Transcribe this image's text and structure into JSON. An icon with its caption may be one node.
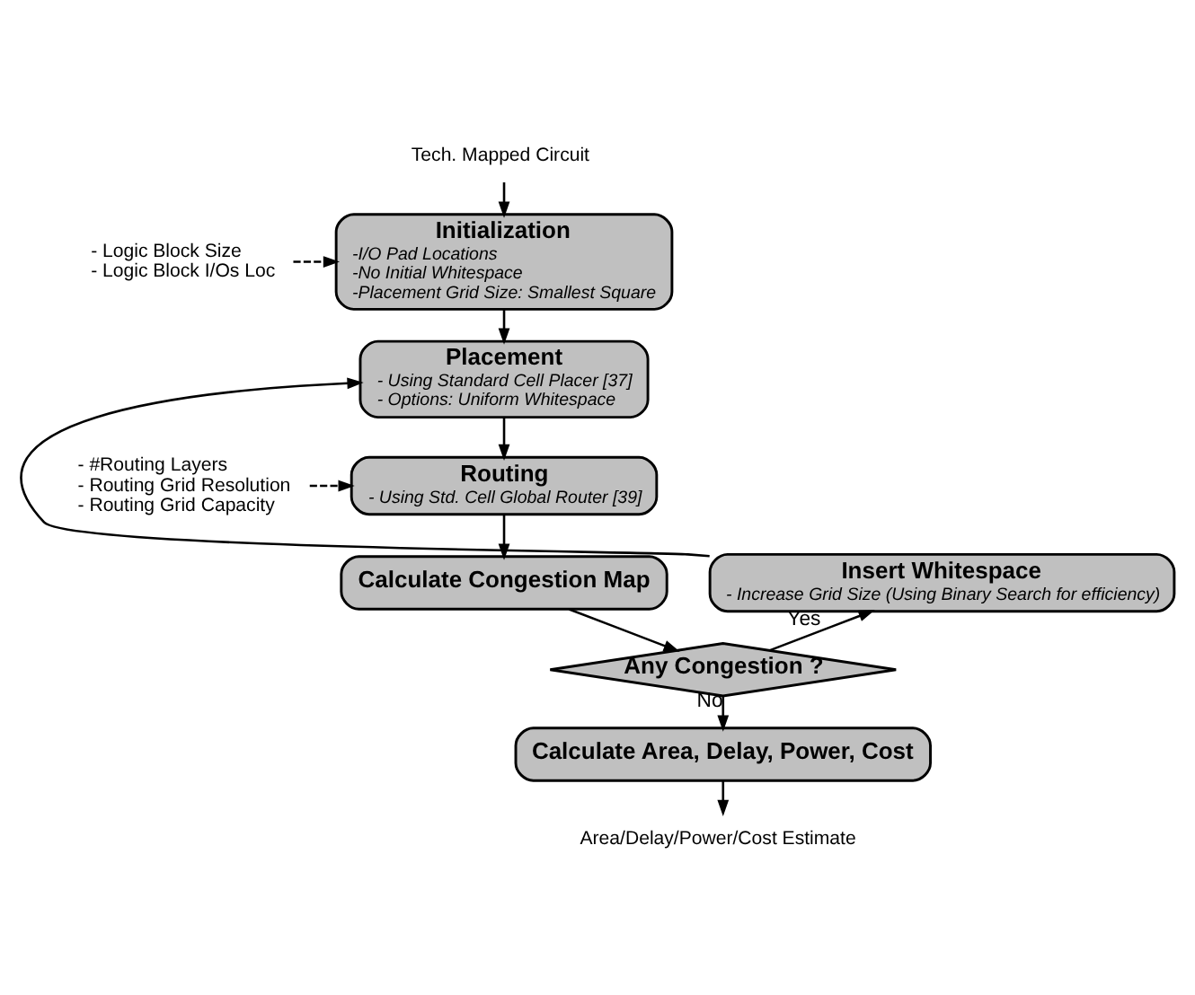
{
  "diagram": {
    "nodes": [
      {
        "text": [
          "Tech. Mapped Circuit"
        ]
      },
      {
        "text": [
          "- Logic Block Size",
          "- Logic Block I/Os Loc"
        ]
      },
      {
        "text": [
          "Initialization",
          "-I/O Pad Locations",
          "-No Initial Whitespace",
          "-Placement Grid Size: Smallest Square"
        ]
      },
      {
        "text": [
          "Placement",
          "- Using Standard Cell Placer [37]",
          "- Options: Uniform Whitespace"
        ]
      },
      {
        "text": [
          "- #Routing Layers",
          "- Routing Grid Resolution",
          "- Routing Grid Capacity"
        ]
      },
      {
        "text": [
          "Routing",
          "- Using Std. Cell Global Router [39]"
        ]
      },
      {
        "text": [
          "Calculate Congestion Map"
        ]
      },
      {
        "text": [
          "Any Congestion ?"
        ]
      },
      {
        "text": [
          "Insert Whitespace",
          "- Increase Grid Size (Using Binary Search for efficiency)"
        ]
      },
      {
        "text": [
          "Calculate Area, Delay, Power, Cost"
        ]
      },
      {
        "text": [
          "Area/Delay/Power/Cost Estimate"
        ]
      }
    ],
    "edges": [
      {
        "from": 0,
        "to": 2,
        "arrow": "to"
      },
      {
        "from": 1,
        "to": 2,
        "arrow": "to",
        "style": "dashed"
      },
      {
        "from": 2,
        "to": 3,
        "arrow": "to"
      },
      {
        "from": 4,
        "to": 5,
        "arrow": "to",
        "style": "dashed"
      },
      {
        "from": 3,
        "to": 5,
        "arrow": "to"
      },
      {
        "from": 5,
        "to": 6,
        "arrow": "to"
      },
      {
        "from": 6,
        "to": 7,
        "arrow": "to"
      },
      {
        "from": 7,
        "to": 8,
        "arrow": "to",
        "label": "Yes"
      },
      {
        "from": 8,
        "to": 3,
        "arrow": "to"
      },
      {
        "from": 7,
        "to": 9,
        "arrow": "to",
        "label": "No"
      },
      {
        "from": 9,
        "to": 10,
        "arrow": "to"
      }
    ]
  }
}
